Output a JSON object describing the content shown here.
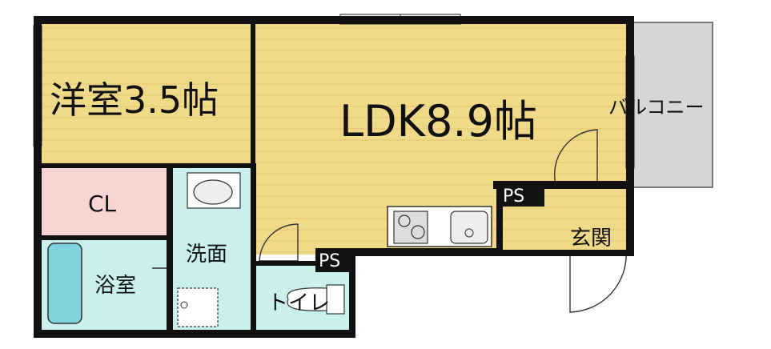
{
  "rooms": {
    "western": "洋室3.5帖",
    "ldk": "LDK8.9帖",
    "closet": "CL",
    "washroom": "洗面",
    "bathroom": "浴室",
    "toilet": "トイレ",
    "entrance": "玄関",
    "balcony": "バルコニー",
    "ps_upper": "PS",
    "ps_lower": "PS"
  },
  "colors": {
    "wood_floor": "#f1d98a",
    "wood_stripe": "#e2c56e",
    "closet": "#f8d4d2",
    "wet_area": "#c9efef",
    "balcony": "#d6d6d6",
    "wall": "#111111"
  }
}
